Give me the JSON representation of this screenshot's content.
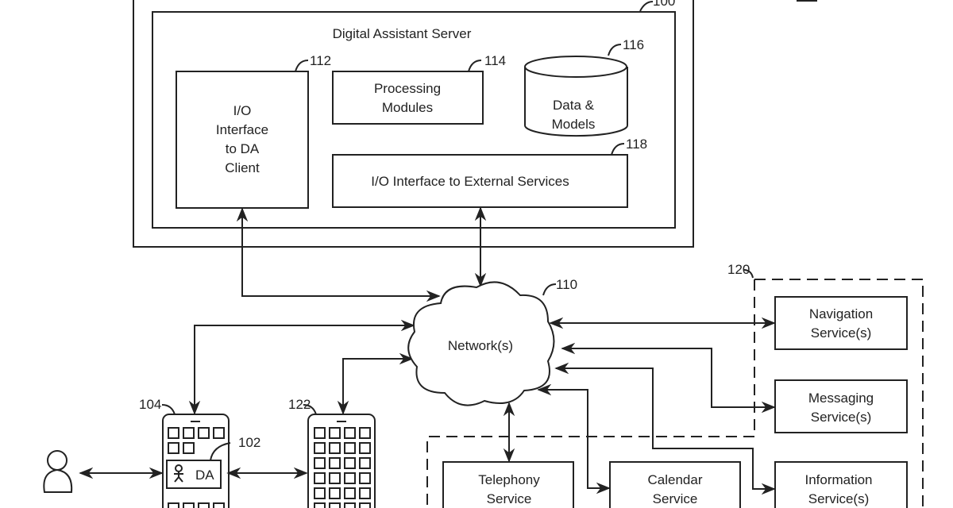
{
  "refs": {
    "server_system": "100",
    "network": "110",
    "io_client": "112",
    "processing": "114",
    "data_models": "116",
    "io_external": "118",
    "external_services": "120",
    "device_104": "104",
    "device_122": "122",
    "da_client": "102"
  },
  "server": {
    "title": "Digital Assistant Server",
    "io_client_lines": [
      "I/O",
      "Interface",
      "to DA",
      "Client"
    ],
    "processing_lines": [
      "Processing",
      "Modules"
    ],
    "data_lines": [
      "Data &",
      "Models"
    ],
    "io_external": "I/O Interface to External Services"
  },
  "network": "Network(s)",
  "services": {
    "navigation": [
      "Navigation",
      "Service(s)"
    ],
    "messaging": [
      "Messaging",
      "Service(s)"
    ],
    "information": [
      "Information",
      "Service(s)"
    ],
    "telephony": [
      "Telephony",
      "Service"
    ],
    "calendar": [
      "Calendar",
      "Service"
    ]
  },
  "da_label": "DA"
}
